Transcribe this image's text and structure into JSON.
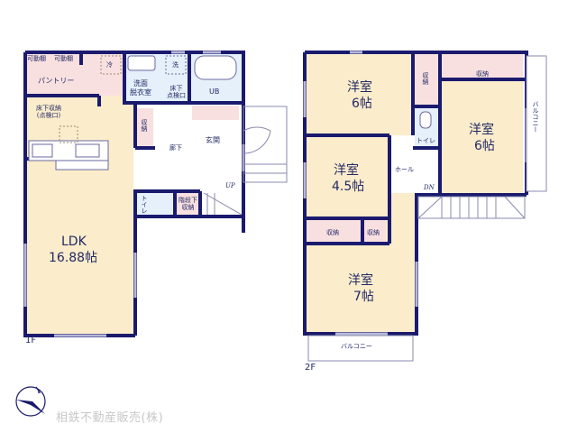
{
  "floors": [
    {
      "id": "1F",
      "label": "1F",
      "rooms": [
        {
          "name": "可動棚",
          "note": "shelf-left"
        },
        {
          "name": "可動棚",
          "note": "shelf-right"
        },
        {
          "name": "冷"
        },
        {
          "name": "パントリー"
        },
        {
          "name": "洗面\n脱衣室"
        },
        {
          "name": "洗"
        },
        {
          "name": "床下\n点検口"
        },
        {
          "name": "UB"
        },
        {
          "name": "床下収納\n(点検口)"
        },
        {
          "name": "収納"
        },
        {
          "name": "廊下"
        },
        {
          "name": "玄関"
        },
        {
          "name": "トイレ"
        },
        {
          "name": "階段下\n収納"
        },
        {
          "name": "UP"
        },
        {
          "name": "LDK",
          "size": "16.88帖"
        }
      ]
    },
    {
      "id": "2F",
      "label": "2F",
      "rooms": [
        {
          "name": "洋室",
          "size": "6帖",
          "note": "north-west"
        },
        {
          "name": "収納",
          "note": "vertical"
        },
        {
          "name": "収納",
          "note": "top-right"
        },
        {
          "name": "トイレ"
        },
        {
          "name": "洋室",
          "size": "6帖",
          "note": "east"
        },
        {
          "name": "バルコニー",
          "note": "east"
        },
        {
          "name": "洋室",
          "size": "4.5帖"
        },
        {
          "name": "ホール"
        },
        {
          "name": "DN"
        },
        {
          "name": "収納",
          "note": "wide"
        },
        {
          "name": "収納",
          "note": "narrow"
        },
        {
          "name": "洋室",
          "size": "7帖"
        },
        {
          "name": "バルコニー",
          "note": "south"
        }
      ]
    }
  ],
  "labels": {
    "shelf1": "可動棚",
    "shelf2": "可動棚",
    "fridge": "冷",
    "pantry": "パントリー",
    "washroom": "洗面\n脱衣室",
    "washer": "洗",
    "floor_hatch": "床下\n点検口",
    "ub": "UB",
    "underfloor": "床下収納\n(点検口)",
    "storage1f": "収納",
    "corridor": "廊下",
    "entrance": "玄関",
    "toilet1f": "トイレ",
    "stair_storage": "階段下\n収納",
    "up": "UP",
    "ldk": "LDK",
    "ldk_size": "16.88帖",
    "floor1": "1F",
    "room_nw": "洋室",
    "room_nw_size": "6帖",
    "storage_v": "収納",
    "storage_tr": "収納",
    "toilet2f": "トイレ",
    "room_e": "洋室",
    "room_e_size": "6帖",
    "balcony_e": "バルコニー",
    "room_45": "洋室",
    "room_45_size": "4.5帖",
    "hall": "ホール",
    "dn": "DN",
    "storage_w": "収納",
    "storage_n": "収納",
    "room_7": "洋室",
    "room_7_size": "7帖",
    "balcony_s": "バルコニー",
    "floor2": "2F"
  },
  "colors": {
    "wall": "#1a1a6e",
    "ldk_fill": "#fbeccb",
    "storage_fill": "#f9e0e0",
    "wet_fill": "#e6f0fa",
    "window": "#b8b8d8"
  },
  "company": "相鉄不動産販売(株)"
}
